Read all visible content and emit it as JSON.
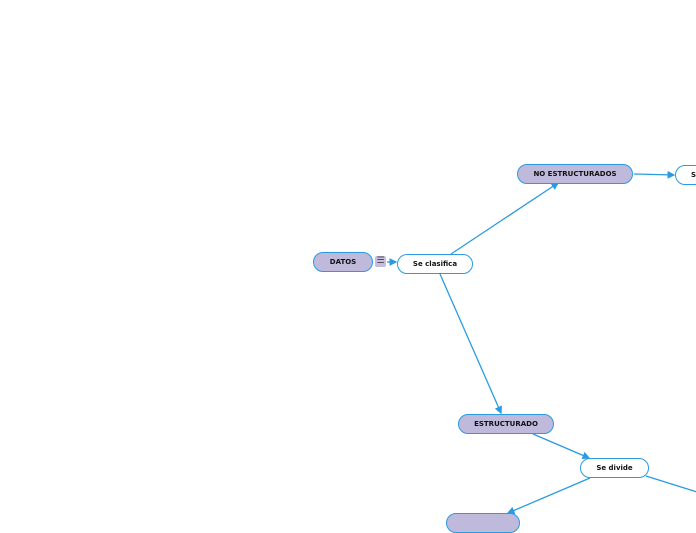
{
  "nodes": {
    "datos": "DATOS",
    "se_clasifica": "Se clasifica",
    "no_estructurados": "NO ESTRUCTURADOS",
    "partial_right": "S",
    "estructurado": "ESTRUCTURADO",
    "se_divide": "Se divide",
    "bottom_partial": ""
  },
  "icons": {
    "note": "note-icon"
  },
  "colors": {
    "main_fill": "#bfb9db",
    "border": "#2a9be0",
    "line": "#2a9be0"
  }
}
